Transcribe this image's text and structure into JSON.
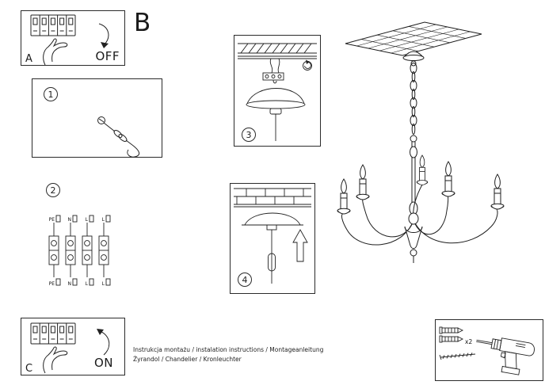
{
  "sheet": {
    "panel_a": {
      "label": "A",
      "state": "OFF"
    },
    "panel_b": {
      "label": "B"
    },
    "panel_c": {
      "label": "C",
      "state": "ON"
    },
    "steps": {
      "s1": "1",
      "s2": "2",
      "s3": "3",
      "s4": "4"
    },
    "wiring": {
      "labels_top": [
        "PE",
        "N",
        "L",
        "L"
      ],
      "labels_bottom": [
        "PE",
        "N",
        "L",
        "L"
      ]
    },
    "tools": {
      "anchors_count": "x2"
    },
    "footer": {
      "line1": "Instrukcja montażu / instalation instructions / Montageanleitung",
      "line2": "Żyrandol / Chandelier / Kronleuchter"
    },
    "colors": {
      "ink": "#1e1e1e",
      "paper": "#ffffff"
    }
  }
}
